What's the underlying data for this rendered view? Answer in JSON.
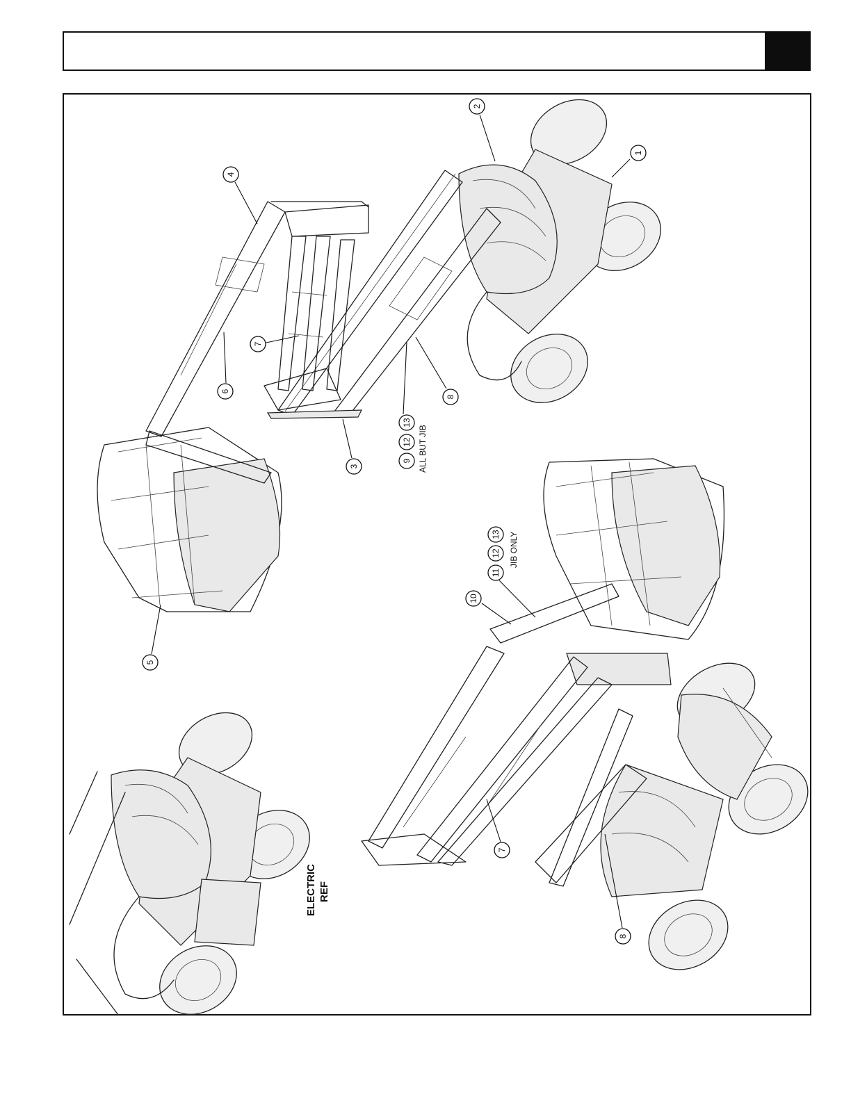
{
  "header": {
    "title": ""
  },
  "callouts": {
    "c1": "1",
    "c2": "2",
    "c3": "3",
    "c4": "4",
    "c5": "5",
    "c6": "6",
    "c7a": "7",
    "c7b": "7",
    "c8a": "8",
    "c8b": "8",
    "c9": "9",
    "c10": "10",
    "c11": "11",
    "c12a": "12",
    "c13a": "13",
    "c12b": "12",
    "c13b": "13"
  },
  "notes": {
    "all_but_jib": "ALL BUT JIB",
    "jib_only": "JIB ONLY",
    "electric_ref_line1": "ELECTRIC",
    "electric_ref_line2": "REF"
  }
}
